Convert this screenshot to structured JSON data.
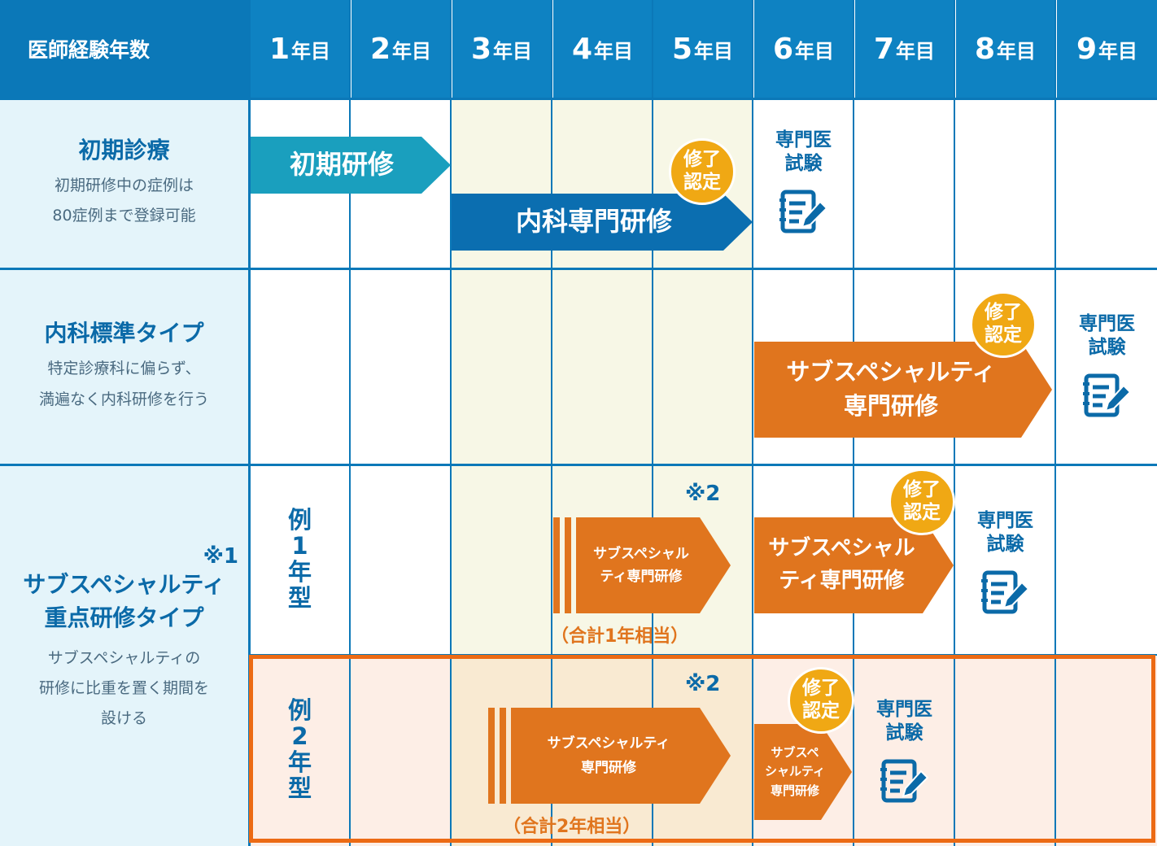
{
  "header": {
    "first": "医師経験年数",
    "years": [
      {
        "num": "1",
        "unit": "年目"
      },
      {
        "num": "2",
        "unit": "年目"
      },
      {
        "num": "3",
        "unit": "年目"
      },
      {
        "num": "4",
        "unit": "年目"
      },
      {
        "num": "5",
        "unit": "年目"
      },
      {
        "num": "6",
        "unit": "年目"
      },
      {
        "num": "7",
        "unit": "年目"
      },
      {
        "num": "8",
        "unit": "年目"
      },
      {
        "num": "9",
        "unit": "年目"
      }
    ]
  },
  "rows": {
    "initial": {
      "title": "初期診療",
      "sub1": "初期研修中の症例は",
      "sub2": "80症例まで登録可能"
    },
    "standard": {
      "title": "内科標準タイプ",
      "sub1": "特定診療科に偏らず、",
      "sub2": "満遍なく内科研修を行う"
    },
    "subspecialty": {
      "ref": "※1",
      "title1": "サブスペシャルティ",
      "title2": "重点研修タイプ",
      "sub1": "サブスペシャルティの",
      "sub2": "研修に比重を置く期間を",
      "sub3": "設ける"
    }
  },
  "bars": {
    "initial_training": "初期研修",
    "internal_training": "内科専門研修",
    "std_sub_line1": "サブスペシャルティ",
    "std_sub_line2": "専門研修",
    "ex1_small_line1": "サブスペシャル",
    "ex1_small_line2": "ティ専門研修",
    "ex1_big_line1": "サブスペシャル",
    "ex1_big_line2": "ティ専門研修",
    "ex2_big_line1": "サブスペシャルティ",
    "ex2_big_line2": "専門研修",
    "ex2_small_line1": "サブスペ",
    "ex2_small_line2": "シャルティ",
    "ex2_small_line3": "専門研修"
  },
  "badge": {
    "line1": "修了",
    "line2": "認定"
  },
  "exam": {
    "line1": "専門医",
    "line2": "試験",
    "icon": "exam-clipboard-icon"
  },
  "examples": {
    "ex1": [
      "例",
      "1",
      "年",
      "型"
    ],
    "ex2": [
      "例",
      "2",
      "年",
      "型"
    ],
    "note": "※2",
    "total1": "（合計1年相当）",
    "total2": "（合計2年相当）"
  },
  "colors": {
    "header": "#0e82c2",
    "grid": "#0b78b8",
    "teal": "#1a9fbe",
    "blue": "#0b6eb0",
    "orange": "#e0751e",
    "badge": "#f0a814",
    "highlight": "#ec6a14",
    "left_bg": "#e4f4fa",
    "band_bg": "#f7f7e6"
  }
}
